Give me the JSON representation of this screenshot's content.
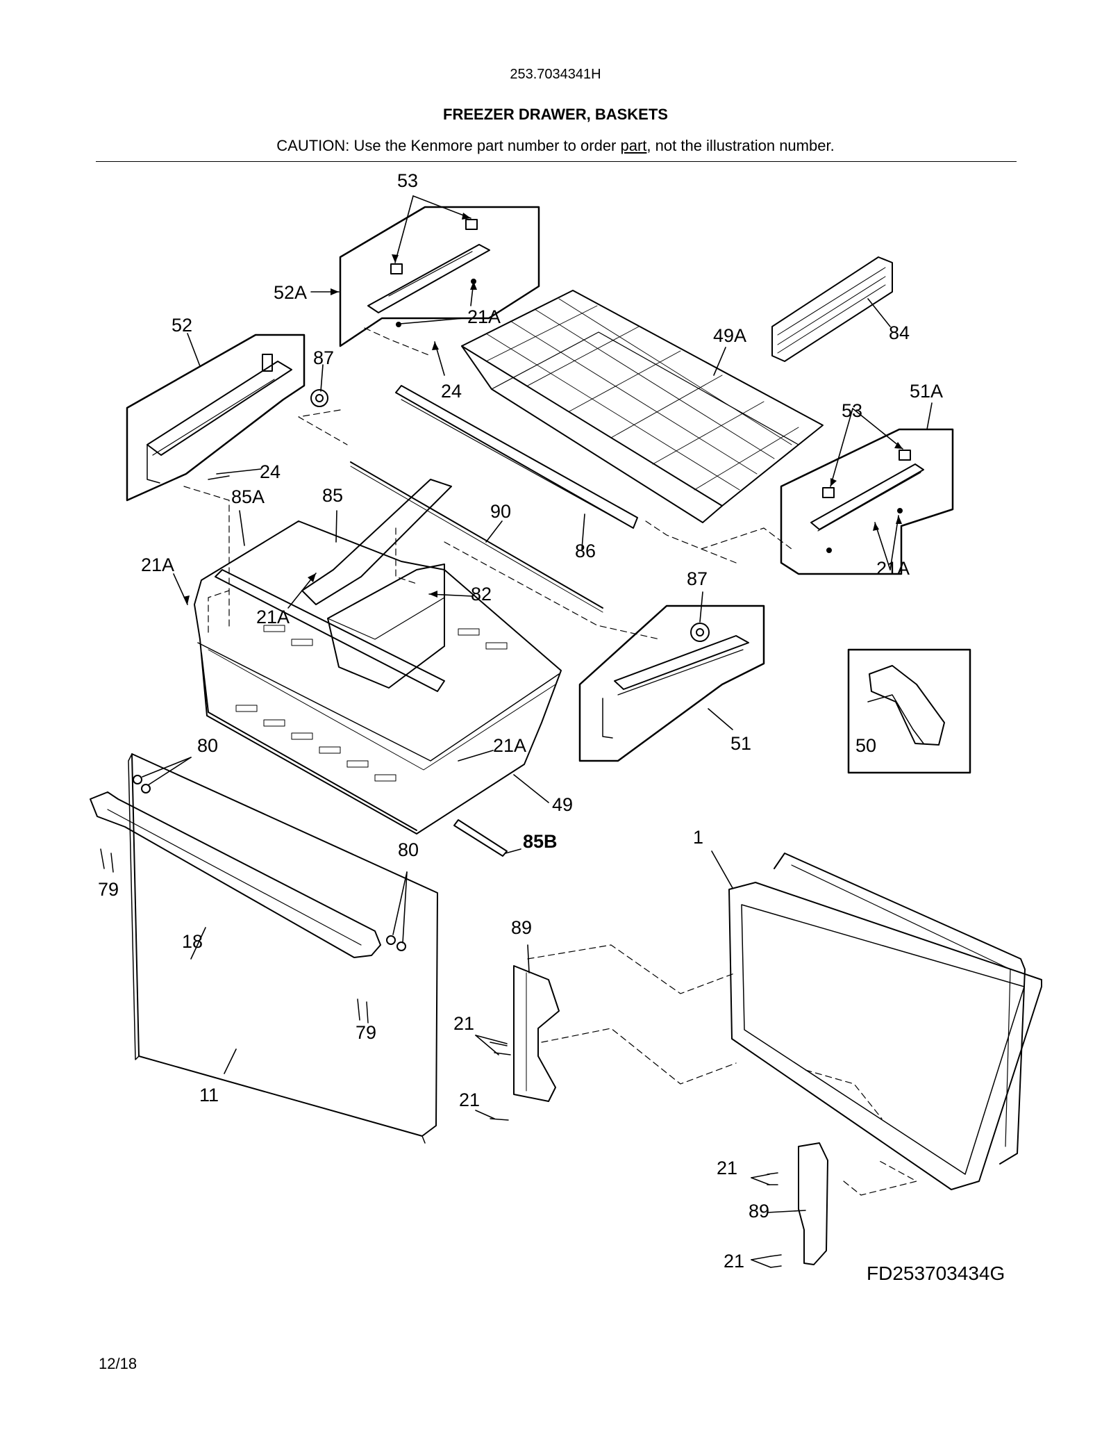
{
  "header": {
    "model_number": "253.7034341H",
    "title": "FREEZER DRAWER, BASKETS",
    "caution_prefix": "CAUTION: Use the Kenmore part number to order ",
    "caution_underlined": "part",
    "caution_suffix": ", not the illustration number."
  },
  "callouts": [
    "53",
    "52A",
    "21A",
    "52",
    "87",
    "24",
    "49A",
    "84",
    "51A",
    "53",
    "24",
    "85A",
    "85",
    "90",
    "86",
    "21A",
    "21A",
    "82",
    "87",
    "21A",
    "50",
    "51",
    "80",
    "21A",
    "49",
    "85B",
    "80",
    "79",
    "1",
    "89",
    "18",
    "79",
    "21",
    "11",
    "21",
    "21",
    "89",
    "21"
  ],
  "figure_code": "FD253703434G",
  "footer_date": "12/18"
}
